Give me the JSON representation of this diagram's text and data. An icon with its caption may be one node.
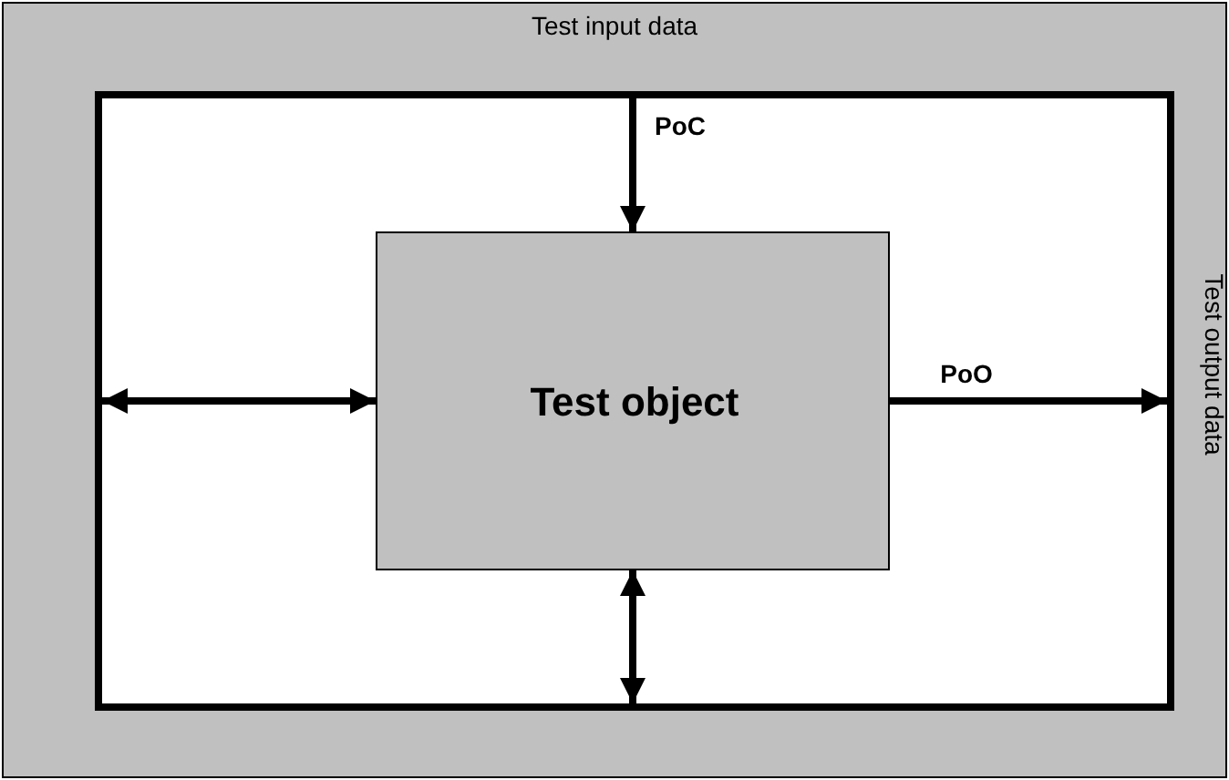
{
  "diagram": {
    "nodes": [
      {
        "text": [
          "Test input data",
          "Test output data"
        ]
      },
      {
        "text": [],
        "shape": "box",
        "in": 0
      },
      {
        "text": [
          "Test object"
        ],
        "in": 1
      }
    ],
    "edges": [
      {
        "from": 1,
        "to": 2,
        "arrow": "to",
        "label": "PoC"
      },
      {
        "from": 2,
        "to": 1,
        "arrow": "to",
        "label": "PoO"
      },
      {
        "from": 1,
        "to": 2,
        "arrow": "both"
      },
      {
        "from": 1,
        "to": 2,
        "arrow": "both"
      }
    ]
  }
}
